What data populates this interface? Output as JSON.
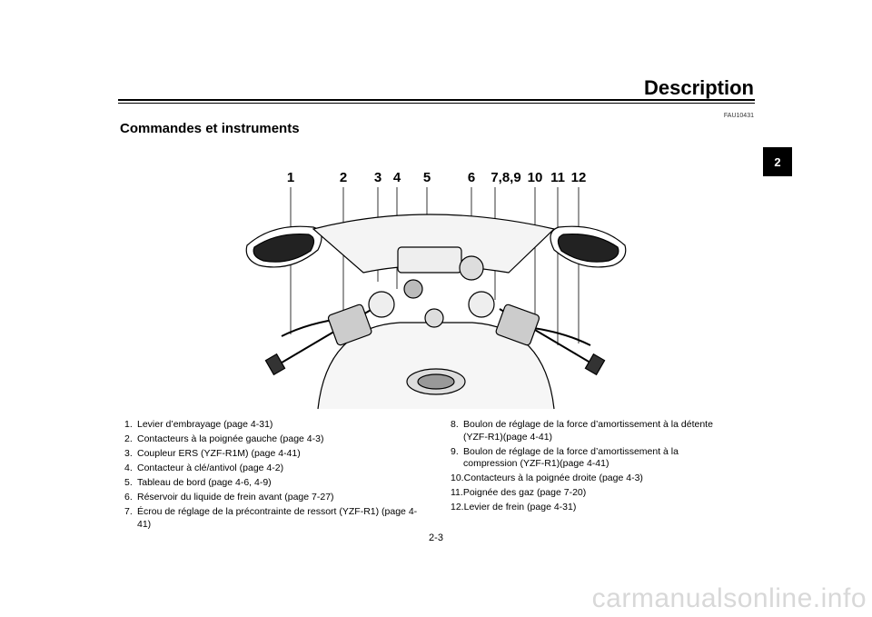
{
  "header": {
    "title": "Description",
    "code": "FAU10431",
    "chapter_tab": "2"
  },
  "section": {
    "heading": "Commandes et instruments"
  },
  "callouts": [
    "1",
    "2",
    "3",
    "4",
    "5",
    "6",
    "7,8,9",
    "10",
    "11",
    "12"
  ],
  "legend_left": [
    {
      "num": "1.",
      "text": "Levier d’embrayage (page 4-31)"
    },
    {
      "num": "2.",
      "text": "Contacteurs à la poignée gauche (page 4-3)"
    },
    {
      "num": "3.",
      "text": "Coupleur ERS (YZF-R1M) (page 4-41)"
    },
    {
      "num": "4.",
      "text": "Contacteur à clé/antivol (page 4-2)"
    },
    {
      "num": "5.",
      "text": "Tableau de bord (page 4-6, 4-9)"
    },
    {
      "num": "6.",
      "text": "Réservoir du liquide de frein avant (page 7-27)"
    },
    {
      "num": "7.",
      "text": "Écrou de réglage de la précontrainte de ressort (YZF-R1) (page 4-41)"
    }
  ],
  "legend_right": [
    {
      "num": "8.",
      "text": "Boulon de réglage de la force d’amortissement à la détente (YZF-R1)(page 4-41)"
    },
    {
      "num": "9.",
      "text": "Boulon de réglage de la force d’amortissement à la compression (YZF-R1)(page 4-41)"
    },
    {
      "num": "10.",
      "text": "Contacteurs à la poignée droite (page 4-3)"
    },
    {
      "num": "11.",
      "text": "Poignée des gaz (page 7-20)"
    },
    {
      "num": "12.",
      "text": "Levier de frein (page 4-31)"
    }
  ],
  "footer": {
    "page_number": "2-3",
    "watermark": "carmanualsonline.info"
  }
}
